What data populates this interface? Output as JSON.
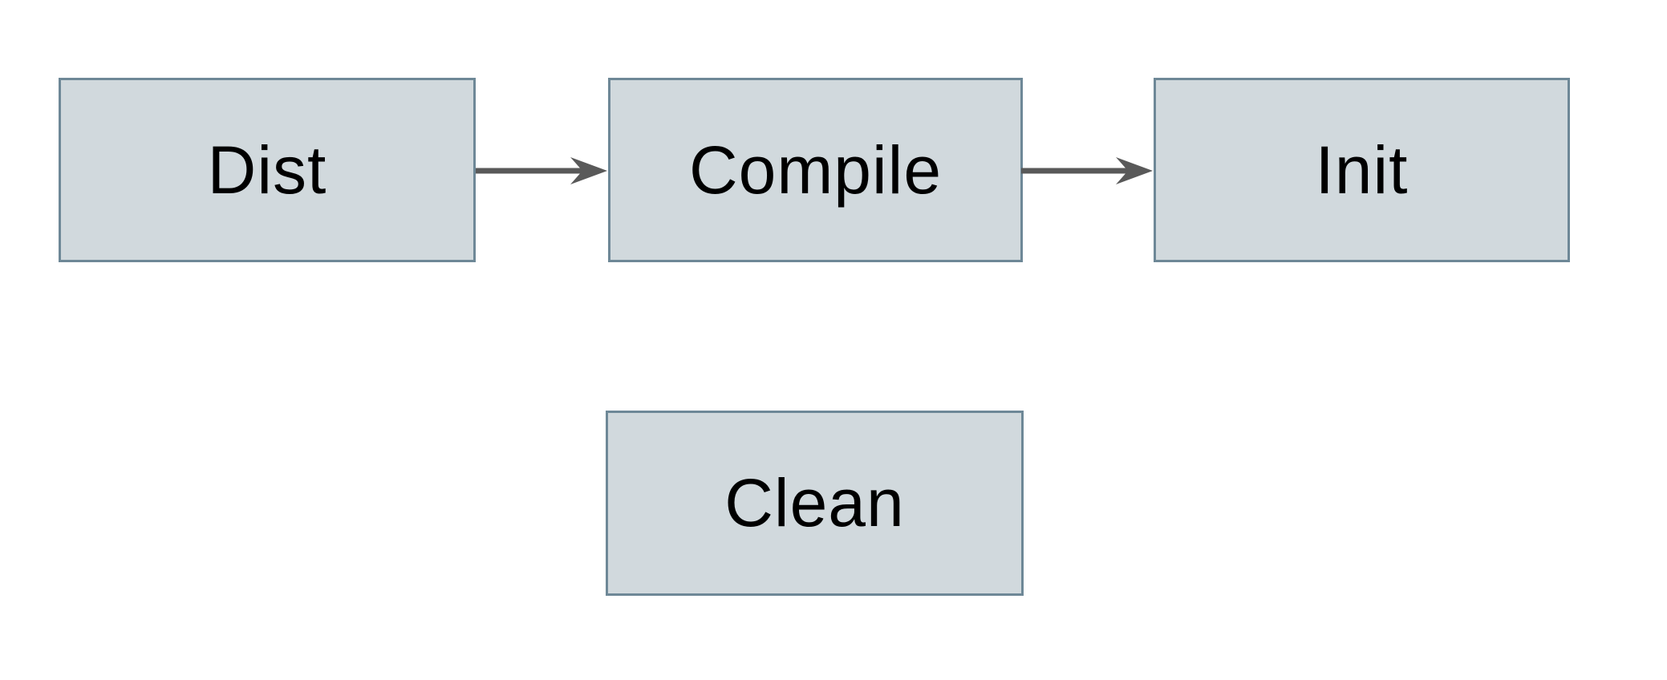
{
  "diagram": {
    "title": "build-targets-flowchart",
    "nodes": [
      {
        "id": "dist",
        "label": "Dist"
      },
      {
        "id": "compile",
        "label": "Compile"
      },
      {
        "id": "init",
        "label": "Init"
      },
      {
        "id": "clean",
        "label": "Clean"
      }
    ],
    "edges": [
      {
        "from": "Dist",
        "to": "Compile",
        "style": "solid-arrow"
      },
      {
        "from": "Compile",
        "to": "Init",
        "style": "solid-arrow"
      }
    ],
    "colors": {
      "node_fill": "#d1d9dd",
      "node_border": "#6e8897",
      "arrow": "#595959",
      "text": "#000000",
      "background": "#ffffff"
    }
  }
}
